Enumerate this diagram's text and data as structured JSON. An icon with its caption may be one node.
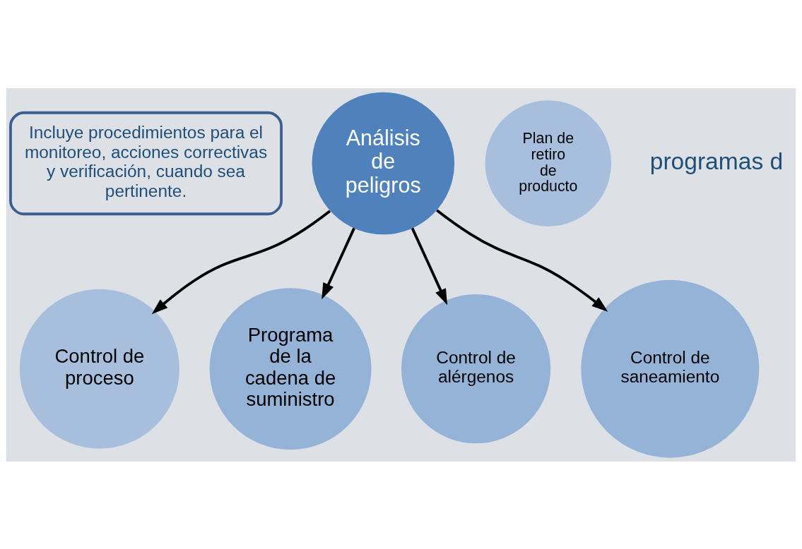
{
  "diagram": {
    "nodes": [
      {
        "text": [
          "Incluye procedimientos para el monitoreo, acciones correctivas y verificación, cuando sea pertinente."
        ]
      },
      {
        "text": [
          "Análisis de peligros"
        ]
      },
      {
        "text": [
          "Control de proceso"
        ]
      },
      {
        "text": [
          "Plan de retiro de producto"
        ]
      },
      {
        "text": [
          "Programa de la cadena de suministro"
        ]
      },
      {
        "text": [
          "Control de alérgenos"
        ]
      },
      {
        "text": [
          "Control de saneamiento"
        ]
      }
    ],
    "edges": [
      {
        "from": 1,
        "to": 2,
        "arrow": "to"
      },
      {
        "from": 1,
        "to": 4,
        "arrow": "to"
      },
      {
        "from": 1,
        "to": 5,
        "arrow": "to"
      },
      {
        "from": 1,
        "to": 6,
        "arrow": "to"
      }
    ],
    "labels": [
      "programas d"
    ]
  }
}
